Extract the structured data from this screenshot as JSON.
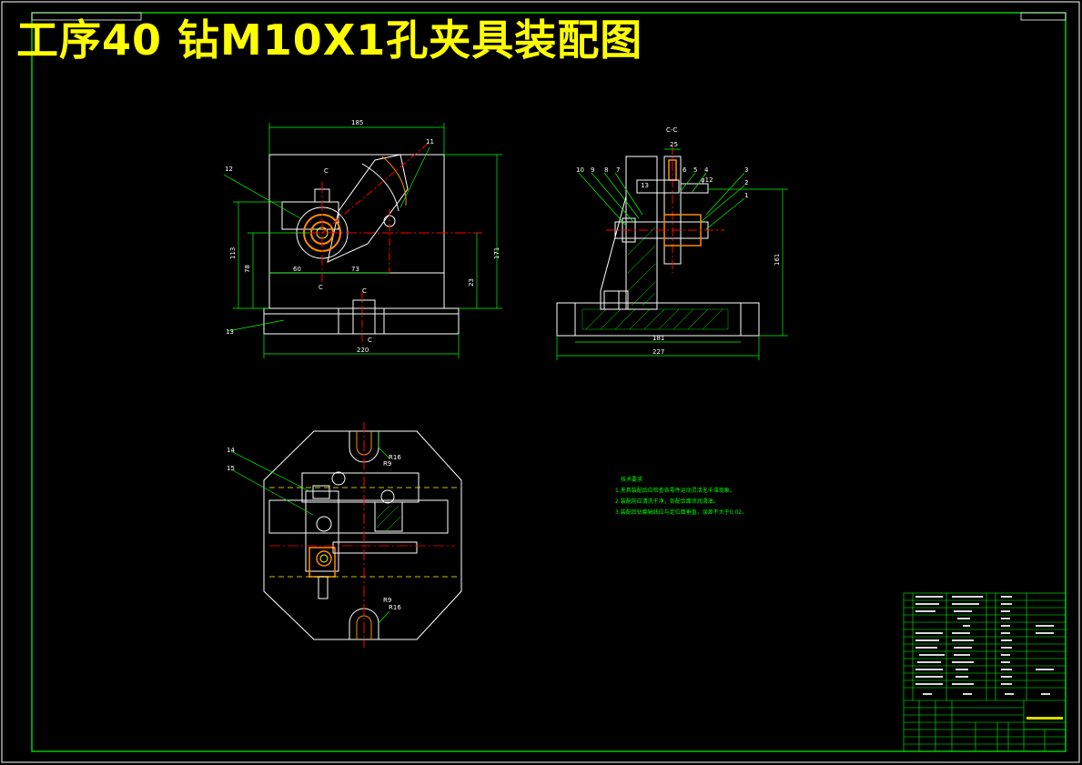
{
  "drawing": {
    "title": "工序40 钻M10X1孔夹具装配图",
    "section_label": "C-C",
    "colors": {
      "background": "#000000",
      "outline": "#ffffff",
      "dimension": "#00ff00",
      "centerline": "#ff0000",
      "title": "#ffff00",
      "part": "#ff8c00"
    },
    "front_view": {
      "dims": {
        "width_top": "185",
        "width_bottom": "220",
        "height_total": "171",
        "height_left": "113",
        "height_78": "78",
        "height_23": "23",
        "horiz_60": "60",
        "horiz_73": "73"
      },
      "balloons": [
        "12",
        "11",
        "13"
      ],
      "section_marks": [
        "C",
        "C",
        "C",
        "C"
      ]
    },
    "side_view": {
      "dims": {
        "top_25": "25",
        "dia_12": "φ12",
        "height_161": "161",
        "base_181": "181",
        "base_227": "227",
        "small_13": "13"
      },
      "balloons": [
        "10",
        "9",
        "8",
        "7",
        "6",
        "5",
        "4",
        "3",
        "2",
        "1"
      ]
    },
    "top_view": {
      "dims": {
        "r16_top": "R16",
        "r9_top": "R9",
        "r9_bottom": "R9",
        "r16_bottom": "R16"
      },
      "balloons": [
        "14",
        "15"
      ]
    },
    "notes": {
      "heading": "技术要求",
      "lines": [
        "1.夹具装配后应检查各零件运动灵活无卡滞现象。",
        "2.装配前应清洗干净，各配合面涂润滑油。",
        "3.装配后钻套轴线应与定位面垂直，误差不大于0.02。"
      ]
    }
  }
}
